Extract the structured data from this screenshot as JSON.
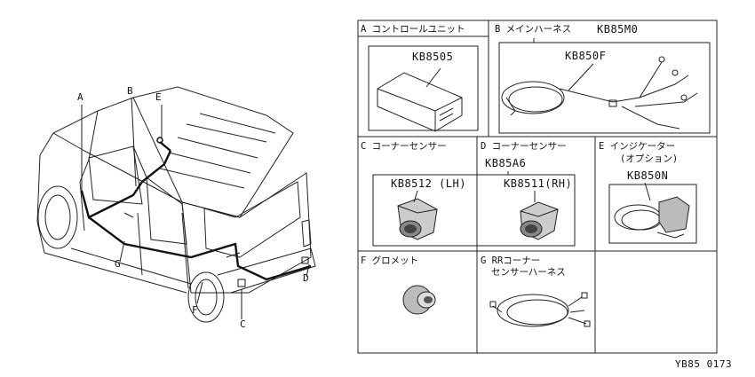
{
  "callouts": {
    "a": "A",
    "b": "B",
    "c": "C",
    "d": "D",
    "e": "E",
    "f": "F",
    "g": "G"
  },
  "cells": {
    "a": {
      "title": "A コントロールユニット",
      "part": "KB8505"
    },
    "b": {
      "title": "B メインハーネス",
      "part_main": "KB85M0",
      "part_sub": "KB850F"
    },
    "c": {
      "title": "C コーナーセンサー",
      "part": "KB8512 (LH)"
    },
    "d": {
      "title": "D コーナーセンサー",
      "part_main": "KB85A6",
      "part_sub": "KB8511(RH)"
    },
    "e": {
      "title_line1": "E インジケーター",
      "title_line2": "(オプション)",
      "part": "KB850N"
    },
    "f": {
      "title": "F グロメット"
    },
    "g": {
      "title_line1": "G RRコーナー",
      "title_line2": "センサーハーネス"
    }
  },
  "footer_code": "YB85 0173"
}
